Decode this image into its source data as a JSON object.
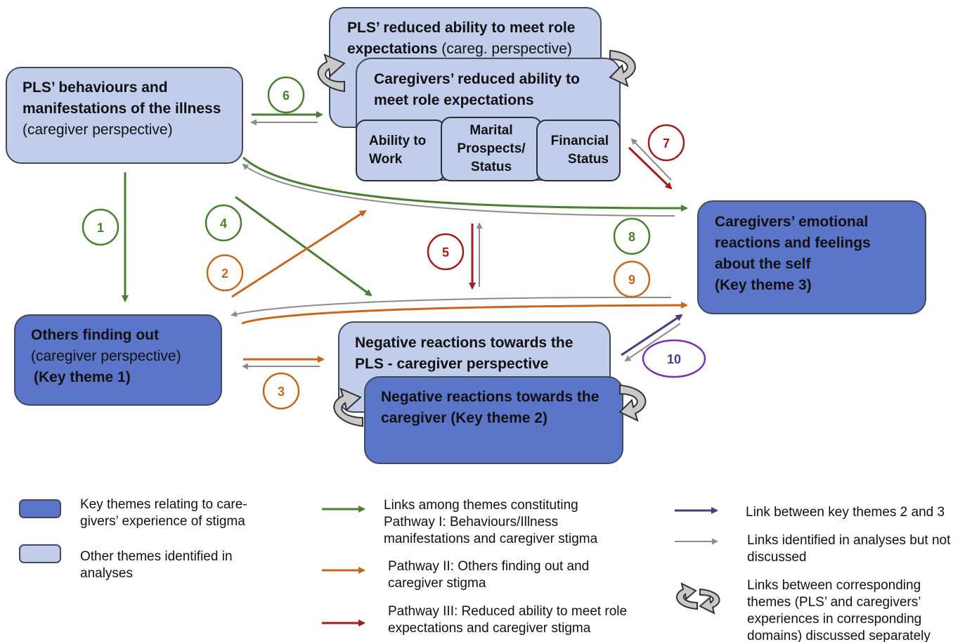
{
  "pls_behaviour": {
    "title": "PLS’ behaviours and manifestations of the illness",
    "sub": "(caregiver perspective)"
  },
  "pls_role": {
    "title_a": "PLS’ reduced ability to meet role",
    "title_b": "expectations",
    "sub": "(careg. perspective)"
  },
  "careg_role": {
    "title": "Caregivers’  reduced ability to meet role expectations",
    "work": "Ability to Work",
    "marital": "Marital Prospects/ Status",
    "financial": "Financial Status"
  },
  "emotional": {
    "title": "Caregivers’ emotional reactions and feelings about the self",
    "key": "(Key theme 3)"
  },
  "others": {
    "title": "Others finding out",
    "sub": "(caregiver perspective)",
    "key": "(Key theme 1)"
  },
  "neg_pls": {
    "title": "Negative reactions towards the PLS  - caregiver perspective"
  },
  "neg_careg": {
    "title": "Negative reactions towards the caregiver (Key theme 2)"
  },
  "numbers": [
    "1",
    "2",
    "3",
    "4",
    "5",
    "6",
    "7",
    "8",
    "9",
    "10"
  ],
  "colors": {
    "green": "#4a7f32",
    "orange": "#c8661c",
    "red": "#a11d1d",
    "purple": "#4b3b86",
    "purple_circle": "#7a2fb0",
    "grey": "#8c8c8c",
    "dark_box": "#5b75c9",
    "light_box": "#c2cdec"
  },
  "legend": {
    "key_themes": "Key themes relating to care-givers’ experience of stigma",
    "other_themes": "Other themes identified in analyses",
    "pathway1": "Links among themes constituting Pathway I: Behaviours/Illness manifestations and caregiver stigma",
    "pathway2": "Pathway II: Others finding out and caregiver stigma",
    "pathway3": "Pathway III: Reduced ability to meet role expectations and caregiver stigma",
    "link23": "Link between key themes 2 and 3",
    "not_discussed": "Links identified in analyses but not discussed",
    "corresponding": "Links between corresponding themes (PLS’ and caregivers’ experiences in corresponding domains)  discussed separately"
  }
}
